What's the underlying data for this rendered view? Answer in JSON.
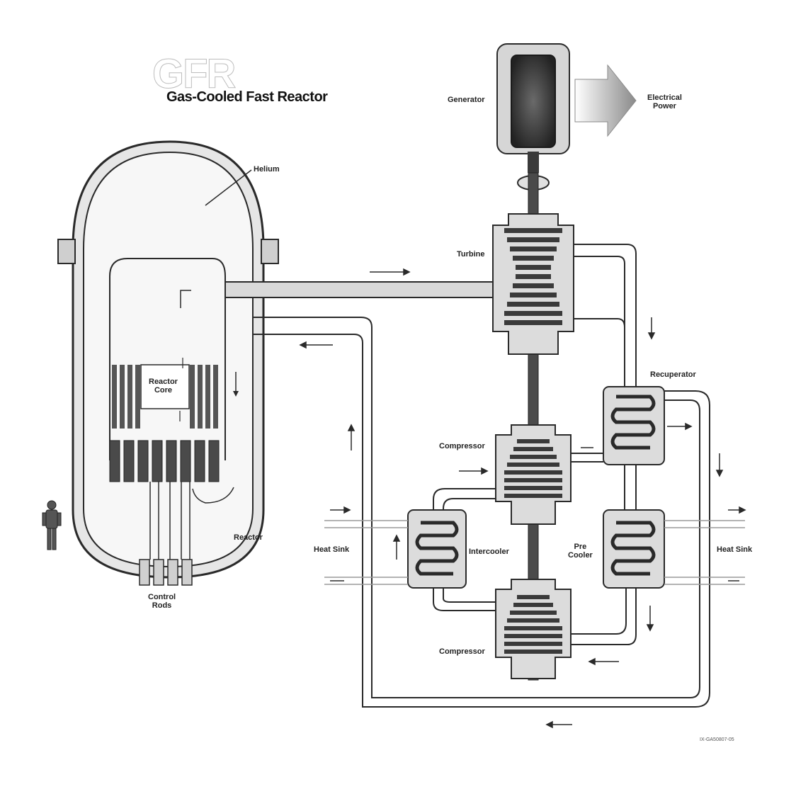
{
  "header": {
    "logo_text": "GFR",
    "title": "Gas-Cooled Fast Reactor"
  },
  "labels": {
    "generator": "Generator",
    "electrical_power_line1": "Electrical",
    "electrical_power_line2": "Power",
    "helium": "Helium",
    "turbine": "Turbine",
    "recuperator": "Recuperator",
    "reactor_core_line1": "Reactor",
    "reactor_core_line2": "Core",
    "compressor_upper": "Compressor",
    "compressor_lower": "Compressor",
    "intercooler": "Intercooler",
    "pre_cooler_line1": "Pre",
    "pre_cooler_line2": "Cooler",
    "heat_sink_left": "Heat Sink",
    "heat_sink_right": "Heat Sink",
    "reactor": "Reactor",
    "control_rods_line1": "Control",
    "control_rods_line2": "Rods"
  },
  "footer": {
    "drawing_code": "IX-GA50807-05"
  },
  "colors": {
    "ink": "#2a2a2a",
    "pipe_fill": "#d9d9d9",
    "vessel_fill": "#f3f3f3",
    "dark": "#3a3a3a"
  }
}
